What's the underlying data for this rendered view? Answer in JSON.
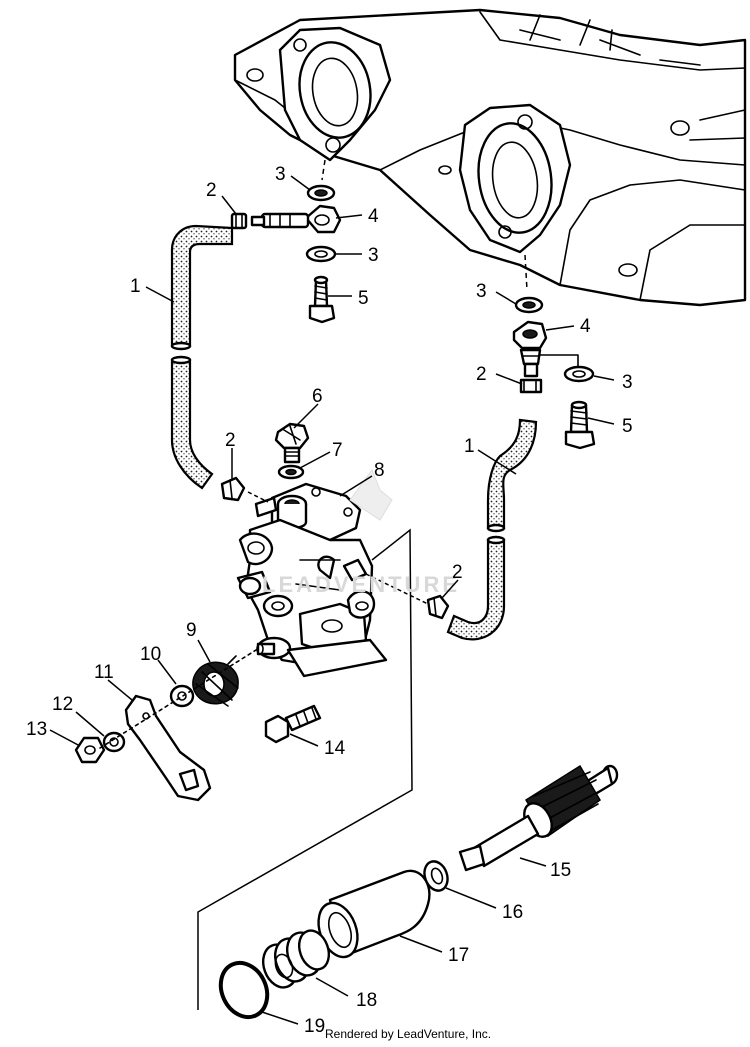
{
  "watermark": "LEADVENTURE",
  "credit": "Rendered by LeadVenture, Inc.",
  "callouts": {
    "c2a": "2",
    "c3a": "3",
    "c4a": "4",
    "c3b": "3",
    "c1a": "1",
    "c5a": "5",
    "c3c": "3",
    "c4b": "4",
    "c2b": "2",
    "c3d": "3",
    "c5b": "5",
    "c6": "6",
    "c7": "7",
    "c8": "8",
    "c2c": "2",
    "c1b": "1",
    "c2d": "2",
    "c9": "9",
    "c10": "10",
    "c11": "11",
    "c12": "12",
    "c13": "13",
    "c14": "14",
    "c15": "15",
    "c16": "16",
    "c17": "17",
    "c18": "18",
    "c19": "19"
  }
}
